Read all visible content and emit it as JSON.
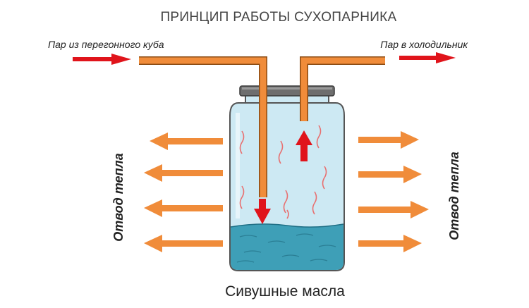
{
  "title": "ПРИНЦИП РАБОТЫ СУХОПАРНИКА",
  "labels": {
    "steam_in": "Пар из перегонного куба",
    "steam_out": "Пар в холодильник",
    "heat_left": "Отвод тепла",
    "heat_right": "Отвод тепла",
    "residue": "Сивушные масла"
  },
  "colors": {
    "pipe": "#f08c3a",
    "flow_arrow": "#e0141b",
    "heat_arrow": "#f08c3a",
    "jar_glass": "#cde9f3",
    "jar_liquid": "#3e9fb7",
    "lid": "#6e6e6e",
    "vapor_wave": "#e87070"
  },
  "icons": {
    "steam_in_arrow": "arrow-right-icon",
    "steam_out_arrow": "arrow-right-icon",
    "flow_down": "arrow-down-icon",
    "flow_up": "arrow-up-icon",
    "heat_left": "arrow-left-icon",
    "heat_right": "arrow-right-icon"
  }
}
